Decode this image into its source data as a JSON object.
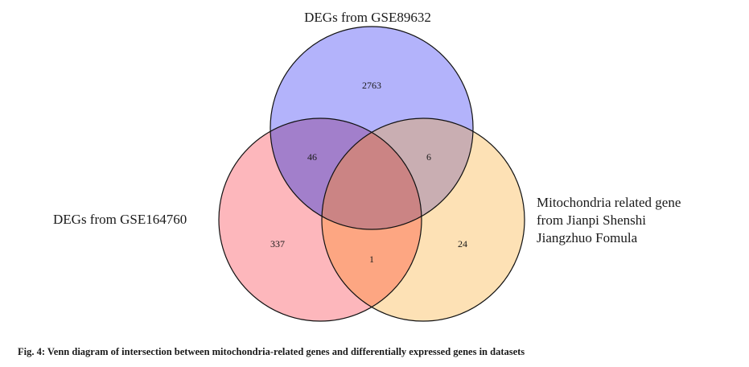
{
  "sets": {
    "top": {
      "label": "DEGs from GSE89632",
      "color": "#b3b3fb"
    },
    "left": {
      "label": "DEGs from GSE164760",
      "color": "#fdb7bc"
    },
    "right": {
      "label_lines": [
        "Mitochondria related gene",
        "from Jianpi Shenshi",
        "Jiangzhuo Fomula"
      ],
      "color": "#fde1b5"
    }
  },
  "regions": {
    "top_only": "2763",
    "left_only": "337",
    "right_only": "24",
    "top_left": "46",
    "top_right": "6",
    "left_right": "1"
  },
  "overlap_colors": {
    "top_left": "#a27fcb",
    "top_right": "#c9aeb2",
    "left_right": "#fda682",
    "all_three": "#cb8484"
  },
  "caption": "Fig. 4: Venn diagram of intersection between mitochondria-related genes and differentially expressed genes in datasets"
}
